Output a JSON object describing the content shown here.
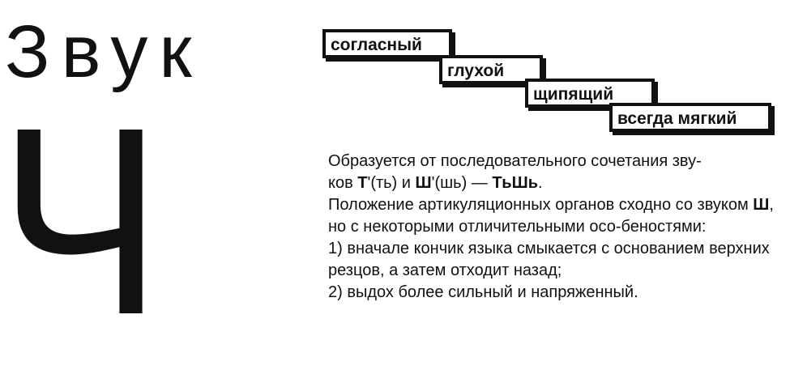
{
  "title": {
    "word": "Звук",
    "letter": "Ч"
  },
  "tags": [
    "согласный",
    "глухой",
    "щипящий",
    "всегда мягкий"
  ],
  "description": {
    "line1_a": "Образуется от последовательного сочетания зву-",
    "line2_a": "ков ",
    "line2_T": "Т",
    "line2_b": "'(ть) и ",
    "line2_Sh": "Ш",
    "line2_c": "'(шь) — ",
    "line2_TSh": "ТьШь",
    "line2_d": ".",
    "para2_a": "Положение артикуляционных органов сходно со звуком ",
    "para2_Sh": "Ш",
    "para2_b": ", но с некоторыми отличительными осо-беностями:",
    "item1": "1) вначале кончик языка смыкается с основанием верхних резцов, а затем отходит назад;",
    "item2": "2) выдох более сильный и напряженный."
  }
}
